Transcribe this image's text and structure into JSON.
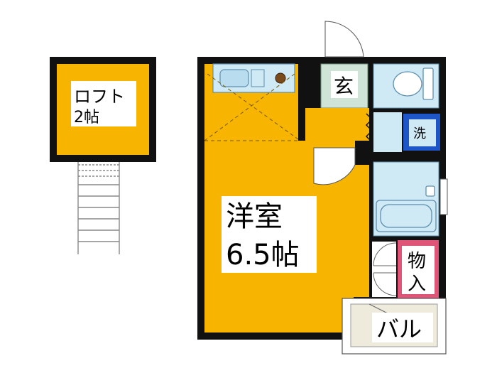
{
  "colors": {
    "wall": "#111111",
    "room_fill": "#F7B400",
    "fixture_fill": "#CFE9F5",
    "fixture_stroke": "#5E8FB0",
    "entrance_fill": "#CFE3D6",
    "laundry_frame": "#1E56C8",
    "storage_fill": "#E05478",
    "balcony_fill": "#EEEBDD",
    "label_bg": "#FFFFFF"
  },
  "rooms": {
    "loft": {
      "name": "ロフト",
      "size": "2帖"
    },
    "western": {
      "name": "洋室",
      "size": "6.5帖"
    },
    "entrance": {
      "name": "玄"
    },
    "laundry": {
      "name": "洗"
    },
    "storage": {
      "name_top": "物",
      "name_bottom": "入"
    },
    "balcony": {
      "name": "バル"
    }
  },
  "icons": {
    "kitchen": "sink-and-stove-icon",
    "toilet": "toilet-icon",
    "bath": "bathtub-icon",
    "ladder": "ladder-icon"
  }
}
